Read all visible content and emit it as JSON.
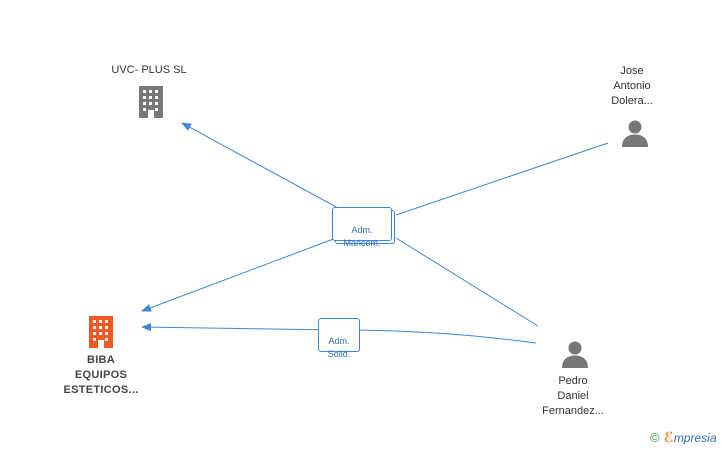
{
  "nodes": {
    "uvc": {
      "label": "UVC- PLUS  SL",
      "type": "company",
      "color": "#777777",
      "icon": "building-icon"
    },
    "jose": {
      "label": "Jose\nAntonio\nDolera...",
      "type": "person",
      "color": "#777777",
      "icon": "person-icon"
    },
    "biba": {
      "label": "BIBA\nEQUIPOS\nESTETICOS...",
      "type": "company",
      "color": "#f05a22",
      "icon": "building-icon"
    },
    "pedro": {
      "label": "Pedro\nDaniel\nFernandez...",
      "type": "person",
      "color": "#777777",
      "icon": "person-icon"
    }
  },
  "relations": {
    "mancom": {
      "label": "Adm.\nMancom."
    },
    "solid": {
      "label": "Adm.\nSolid."
    }
  },
  "edge_color": "#3e86d6",
  "brand": {
    "copyright": "©",
    "first": "ℰ",
    "rest": "mpresia"
  }
}
